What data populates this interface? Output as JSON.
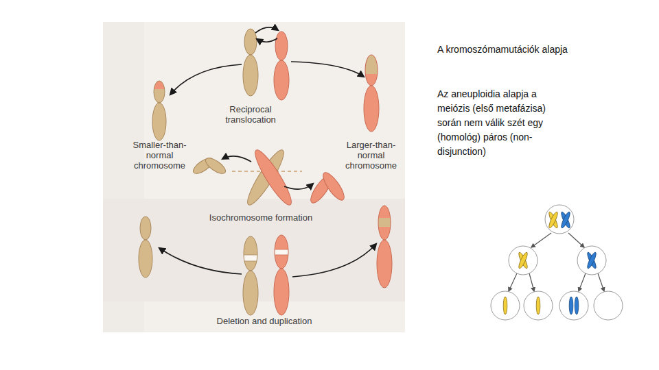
{
  "diagram": {
    "title": "A kromoszómamutációk alapja",
    "labels": [
      "Reciprocal translocation",
      "Smaller-than-normal chromosome",
      "Larger-than-normal chromosome",
      "Isochromosome formation",
      "Deletion and duplication",
      "Az aneuploidia alapja a meiózis (első metafázisa) során nem válik szét egy (homológ) páros (non-disjunction)"
    ]
  }
}
